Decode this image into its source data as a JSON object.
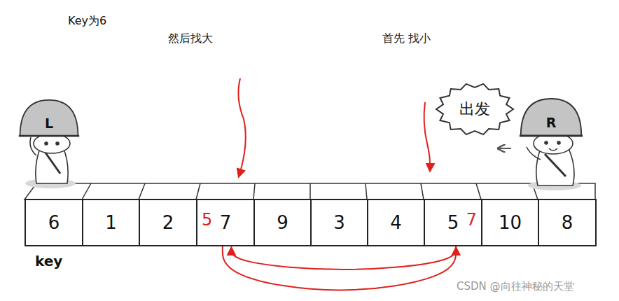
{
  "diagram": {
    "nodes": [
      {
        "text": [
          "L"
        ]
      },
      {
        "text": [
          "出发"
        ]
      },
      {
        "text": [
          "R"
        ]
      },
      {
        "text": [
          "6"
        ]
      },
      {
        "text": [
          "1"
        ]
      },
      {
        "text": [
          "2"
        ]
      },
      {
        "text": [
          "7",
          "5"
        ]
      },
      {
        "text": [
          "9"
        ]
      },
      {
        "text": [
          "3"
        ]
      },
      {
        "text": [
          "4"
        ]
      },
      {
        "text": [
          "5",
          "7"
        ]
      },
      {
        "text": [
          "10"
        ]
      },
      {
        "text": [
          "8"
        ]
      }
    ],
    "edges": [
      {
        "from": 10,
        "to": 6,
        "arrow": "to"
      },
      {
        "from": 6,
        "to": 10,
        "arrow": "to"
      }
    ],
    "labels": [
      "Key为6",
      "然后找大",
      "首先 找小",
      "key",
      "CSDN @向往神秘的天堂"
    ]
  }
}
